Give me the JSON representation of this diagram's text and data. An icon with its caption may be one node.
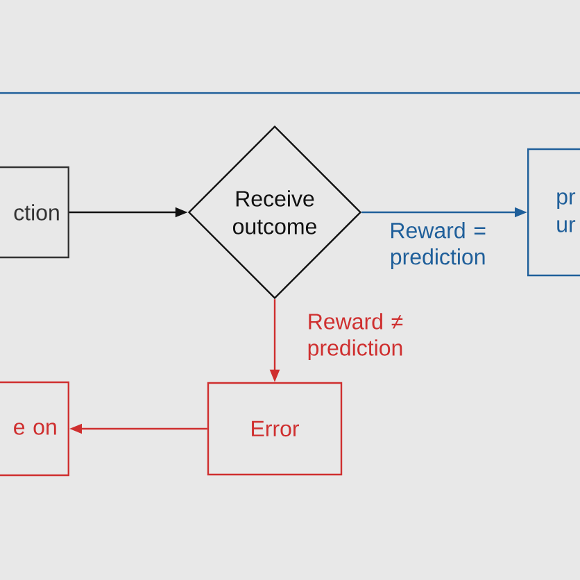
{
  "diagram": {
    "nodes": [
      {
        "text": [
          "ction"
        ]
      },
      {
        "text": [
          "Receive outcome"
        ]
      },
      {
        "text": [
          "pr ur"
        ]
      },
      {
        "text": [
          "Error"
        ]
      },
      {
        "text": [
          "e on"
        ]
      }
    ],
    "edges": [
      {
        "from": 0,
        "to": 1,
        "arrow": "to",
        "color": "#111111"
      },
      {
        "from": 1,
        "to": 2,
        "arrow": "to",
        "label": "Reward = prediction",
        "color": "#1f5f9a"
      },
      {
        "from": 1,
        "to": 3,
        "arrow": "to",
        "label": "Reward ≠ prediction",
        "color": "#cf2f2f"
      },
      {
        "from": 3,
        "to": 4,
        "arrow": "to",
        "color": "#cf2f2f"
      }
    ]
  }
}
